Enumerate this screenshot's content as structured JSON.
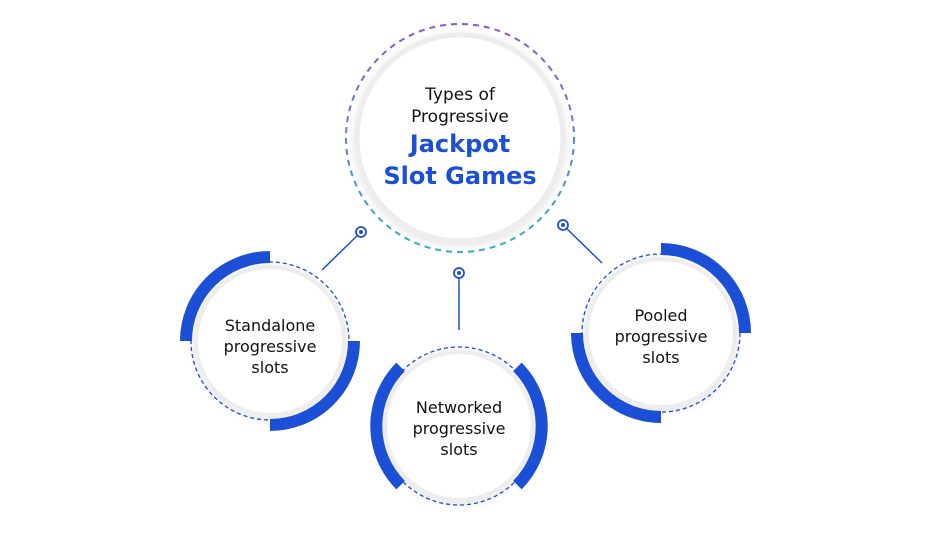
{
  "colors": {
    "accent_blue": "#1a4fd6",
    "dash_purple": "#8b55d6",
    "dash_teal": "#2fb2c2",
    "ring_gray": "#ededed",
    "text": "#111111"
  },
  "center": {
    "line1": "Types of",
    "line2": "Progressive",
    "line3": "Jackpot",
    "line4": "Slot Games"
  },
  "nodes": {
    "standalone": {
      "line1": "Standalone",
      "line2": "progressive",
      "line3": "slots"
    },
    "networked": {
      "line1": "Networked",
      "line2": "progressive",
      "line3": "slots"
    },
    "pooled": {
      "line1": "Pooled",
      "line2": "progressive",
      "line3": "slots"
    }
  }
}
